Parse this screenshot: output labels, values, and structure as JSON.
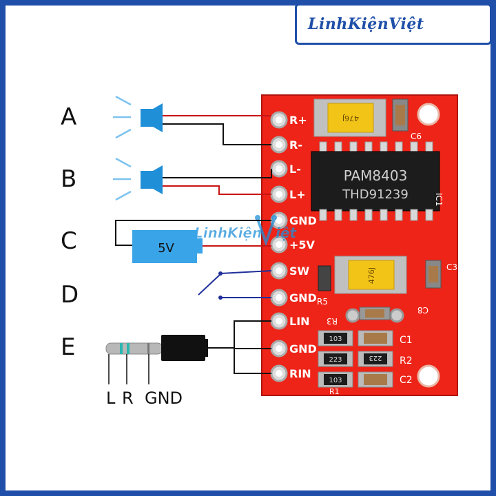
{
  "logo": {
    "text": "LinhKiệnViệt"
  },
  "watermark": {
    "text": "LinhKiện"
  },
  "rows": [
    {
      "letter": "A"
    },
    {
      "letter": "B"
    },
    {
      "letter": "C",
      "battery_label": "5V"
    },
    {
      "letter": "D"
    },
    {
      "letter": "E"
    }
  ],
  "jack_labels": [
    "L",
    "R",
    "GND"
  ],
  "pins": [
    "R+",
    "R-",
    "L-",
    "L+",
    "GND",
    "+5V",
    "SW",
    "GND",
    "LIN",
    "GND",
    "RIN"
  ],
  "chip": {
    "line1": "PAM8403",
    "line2": "THD91239"
  },
  "components": {
    "c6": "C6",
    "c3": "C3",
    "c8": "C8",
    "c1": "C1",
    "c2": "C2",
    "r5": "R5",
    "r3": "R3",
    "r2": "R2",
    "r1": "R1",
    "ic1": "IC1",
    "cap_code": "476J",
    "res_103": "103",
    "res_223": "223"
  },
  "colors": {
    "board": "#ee2418",
    "board_dark": "#c81a10",
    "frame": "#1f4fa8",
    "speaker": "#1f8fd8",
    "battery": "#3aa4e8",
    "wire_red": "#c81414",
    "wire_black": "#111111",
    "wire_blue": "#1f2f9a",
    "cap": "#f2c418",
    "jack_teal": "#2ab7b0"
  }
}
